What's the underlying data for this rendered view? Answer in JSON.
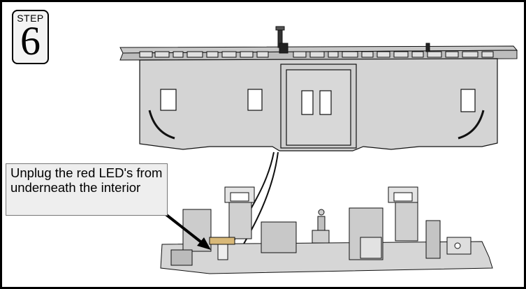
{
  "step": {
    "label": "STEP",
    "number": "6"
  },
  "callout": {
    "text": "Unplug the red LED's from underneath the interior"
  },
  "colors": {
    "body_fill": "#d2d2d2",
    "roof_fill": "#c8c8c8",
    "window": "#ffffff",
    "outline": "#111111",
    "led_part": "#d8b878",
    "callout_bg": "#eeeeee"
  }
}
